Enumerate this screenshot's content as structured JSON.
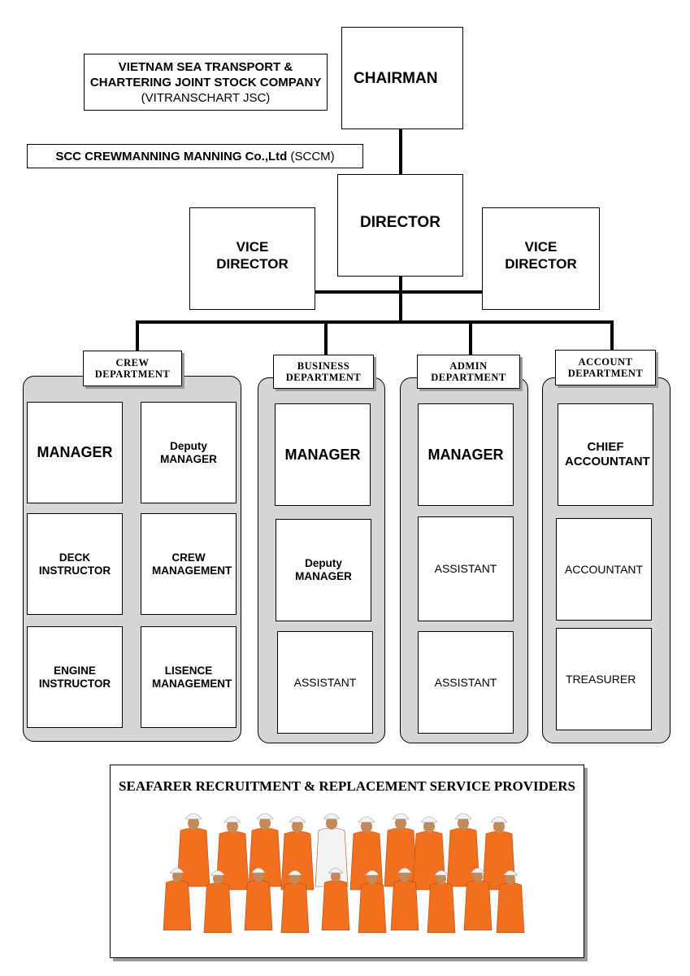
{
  "company": {
    "name_bold": "VIETNAM SEA TRANSPORT & CHARTERING JOINT STOCK COMPANY",
    "name_abbr": "(VITRANSCHART JSC)"
  },
  "subsidiary": {
    "name_bold": "SCC CREWMANNING MANNING Co.,Ltd",
    "name_abbr": "(SCCM)"
  },
  "top": {
    "chairman": "CHAIRMAN",
    "director": "DIRECTOR",
    "vice_director_left": "VICE DIRECTOR",
    "vice_director_right": "VICE DIRECTOR"
  },
  "departments": {
    "crew": {
      "label": "CREW DEPARTMENT",
      "roles": [
        "MANAGER",
        "Deputy MANAGER",
        "DECK INSTRUCTOR",
        "CREW MANAGEMENT",
        "ENGINE INSTRUCTOR",
        "LISENCE MANAGEMENT"
      ]
    },
    "business": {
      "label": "BUSINESS DEPARTMENT",
      "roles": [
        "MANAGER",
        "Deputy MANAGER",
        "ASSISTANT"
      ]
    },
    "admin": {
      "label": "ADMIN DEPARTMENT",
      "roles": [
        "MANAGER",
        "ASSISTANT",
        "ASSISTANT"
      ]
    },
    "account": {
      "label": "ACCOUNT DEPARTMENT",
      "roles": [
        "CHIEF ACCOUNTANT",
        "ACCOUNTANT",
        "TREASURER"
      ]
    }
  },
  "seafarer_banner": {
    "title": "SEAFARER RECRUITMENT & REPLACEMENT SERVICE PROVIDERS"
  },
  "colors": {
    "panel": "#d6d6d6",
    "coverall": "#f07020",
    "helmet": "#f2f2f2"
  }
}
